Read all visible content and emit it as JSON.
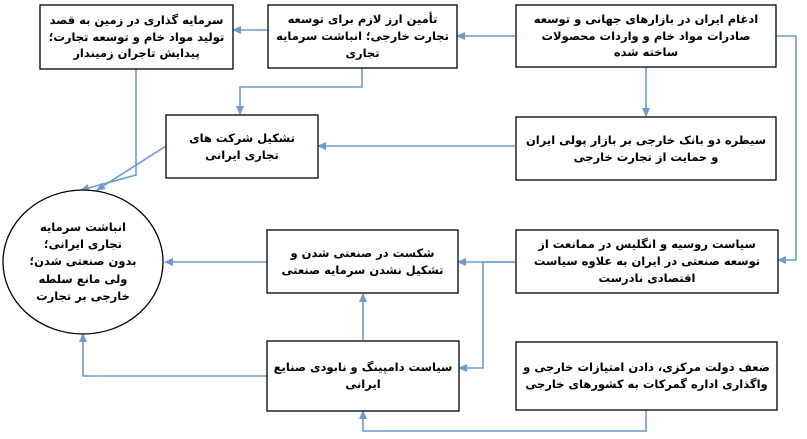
{
  "colors": {
    "box_border": "#000000",
    "arrow": "#6c9bd2",
    "text": "#000000"
  },
  "nodes": {
    "integration": "ادغام ایران در بازارهای جهانی و توسعه صادرات مواد خام و واردات محصولات ساخته شده",
    "currency": "تأمین ارز لازم برای توسعه تجارت خارجی؛ انباشت سرمایه تجاری",
    "investment": "سرمایه گذاری در زمین به قصد تولید مواد خام و توسعه تجارت؛ پیدایش تاجران زمیندار",
    "banks": "سیطره دو بانک خارجی بر بازار پولی ایران و حمایت از تجارت خارجی",
    "companies": "تشکیل شرکت های تجاری ایرانی",
    "policy": "سیاست روسیه و انگلیس در ممانعت از توسعه صنعتی در ایران به علاوه سیاست اقتصادی نادرست",
    "failure": "شکست در صنعتی شدن و تشکیل نشدن سرمایه صنعتی",
    "dumping": "سیاست دامپینگ و نابودی صنایع ایرانی",
    "weakness": "ضعف دولت مرکزی، دادن امتیازات خارجی و واگذاری اداره گمرکات به کشورهای خارجی",
    "center": "انباشت سرمایه تجاری ایرانی؛ بدون صنعتی شدن؛ ولی مانع سلطه خارجی بر تجارت"
  }
}
